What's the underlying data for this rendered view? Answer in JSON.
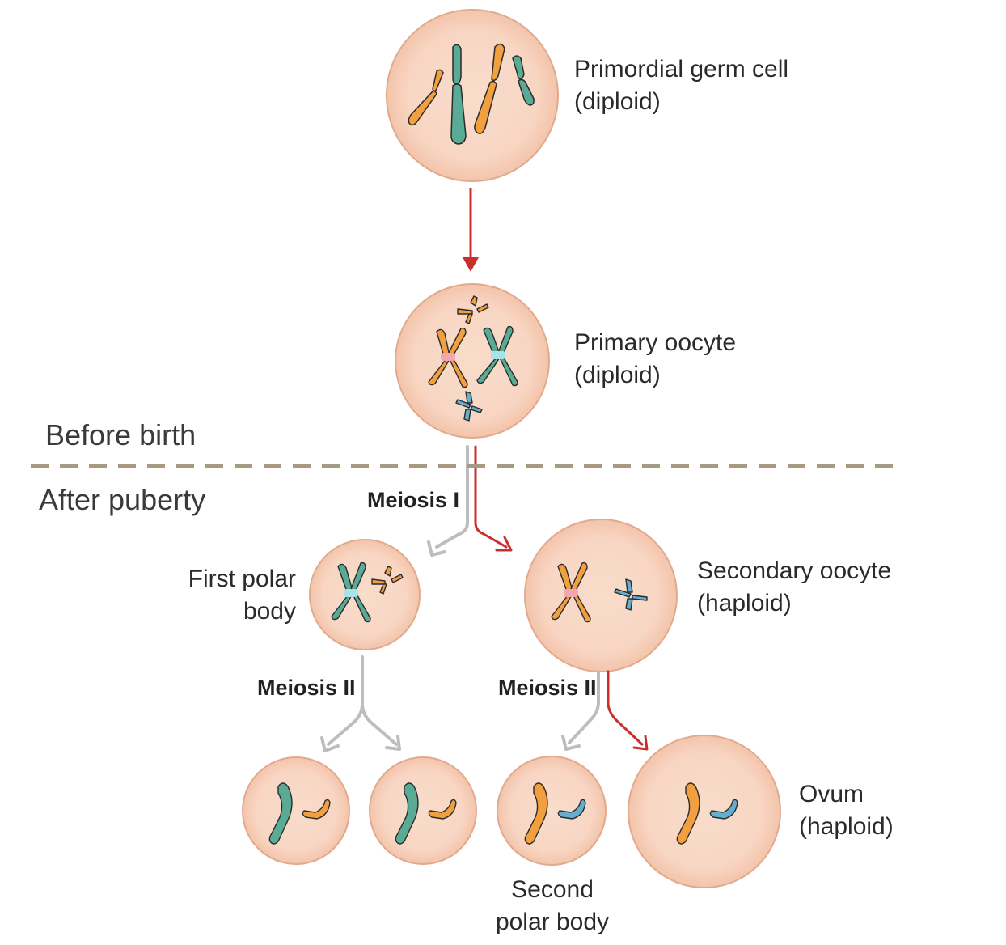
{
  "labels": {
    "primordial_line1": "Primordial germ cell",
    "primordial_line2": "(diploid)",
    "primary_line1": "Primary oocyte",
    "primary_line2": "(diploid)",
    "before_birth": "Before birth",
    "after_puberty": "After puberty",
    "meiosis_1": "Meiosis I",
    "first_polar_line1": "First polar",
    "first_polar_line2": "body",
    "secondary_line1": "Secondary oocyte",
    "secondary_line2": "(haploid)",
    "meiosis_2_left": "Meiosis II",
    "meiosis_2_right": "Meiosis II",
    "ovum_line1": "Ovum",
    "ovum_line2": "(haploid)",
    "second_polar_line1": "Second",
    "second_polar_line2": "polar body"
  },
  "colors": {
    "cell_fill": "#f9dccb",
    "cell_stroke": "#e2a98c",
    "orange": "#f2a03f",
    "green": "#5aab95",
    "blue": "#65aed0",
    "red_arrow": "#c9302c",
    "gray_arrow": "#bdbdbd",
    "divider": "#a89a82"
  }
}
